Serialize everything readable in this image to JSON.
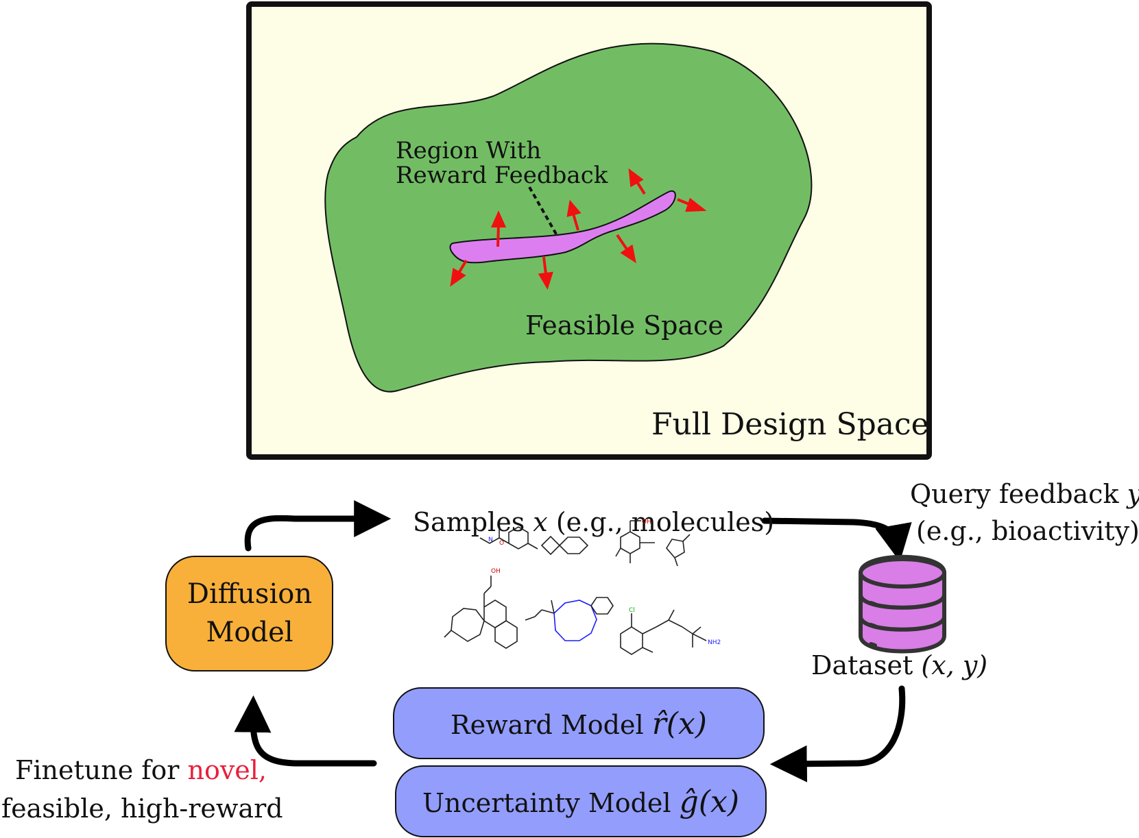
{
  "design_space": {
    "outer_label": "Full Design Space",
    "feasible_label": "Feasible Space",
    "region_label_line1": "Region With",
    "region_label_line2": "Reward Feedback",
    "colors": {
      "outer_fill": "#fefee6",
      "feasible_fill": "#72bd64",
      "region_fill": "#dd7ef0",
      "arrow_color": "#f01010"
    }
  },
  "loop": {
    "samples_label": "Samples",
    "samples_var": "x",
    "samples_example": "(e.g., molecules)",
    "query_label": "Query feedback",
    "query_var": "y",
    "query_example": "(e.g., bioactivity)",
    "diffusion_line1": "Diffusion",
    "diffusion_line2": "Model",
    "dataset_label": "Dataset",
    "dataset_var": "(x, y)",
    "reward_label": "Reward Model",
    "reward_fn": "r̂(x)",
    "uncertainty_label": "Uncertainty Model",
    "uncertainty_fn": "ĝ(x)",
    "finetune_prefix": "Finetune for",
    "finetune_highlight_1": "novel,",
    "finetune_highlight_2": "feasible, high-reward",
    "colors": {
      "diffusion_fill": "#f8b03a",
      "model_fill": "#929dfc",
      "database_fill": "#d87ee6",
      "highlight_text": "#e8203e"
    }
  },
  "molecules": {
    "atom_labels": [
      "O",
      "N",
      "OH",
      "Cl",
      "NH2"
    ]
  }
}
